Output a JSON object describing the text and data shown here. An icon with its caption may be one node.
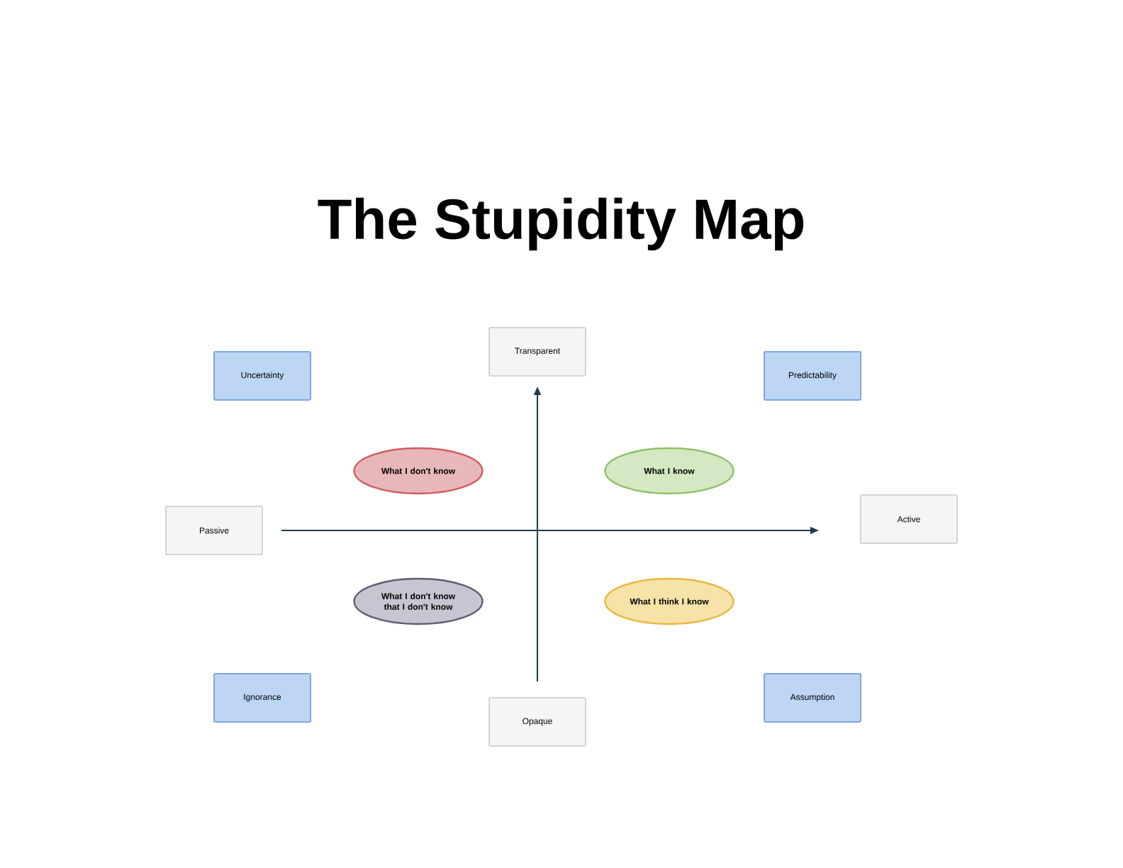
{
  "diagram": {
    "title": "The Stupidity Map",
    "nodes": [
      {
        "text": [
          "Transparent"
        ]
      },
      {
        "text": [
          "Uncertainty"
        ]
      },
      {
        "text": [
          "Predictability"
        ]
      },
      {
        "text": [
          "What I don't know"
        ]
      },
      {
        "text": [
          "What I know"
        ]
      },
      {
        "text": [
          "Passive"
        ]
      },
      {
        "text": [
          "Active"
        ]
      },
      {
        "text": [
          "What I don't know that I don't know"
        ]
      },
      {
        "text": [
          "What I think I know"
        ]
      },
      {
        "text": [
          "Ignorance"
        ]
      },
      {
        "text": [
          "Opaque"
        ]
      },
      {
        "text": [
          "Assumption"
        ]
      }
    ],
    "edges": [
      {
        "from": 5,
        "to": 6,
        "arrow": "to"
      },
      {
        "from": 10,
        "to": 0,
        "arrow": "to"
      }
    ]
  }
}
